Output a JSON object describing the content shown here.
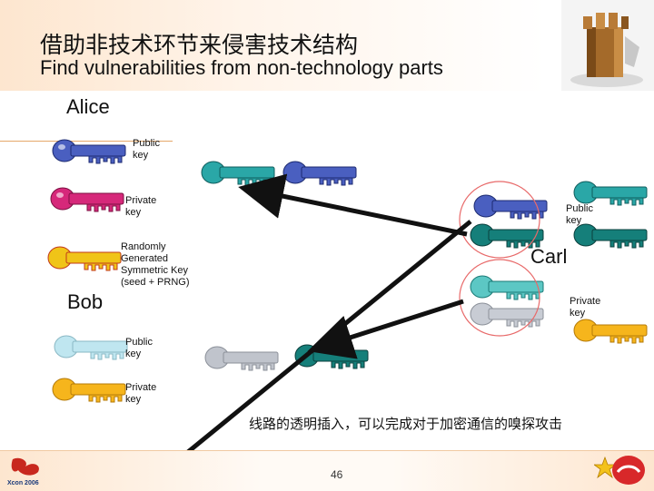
{
  "title_zh": "借助非技术环节来侵害技术结构",
  "title_en": "Find vulnerabilities from non-technology parts",
  "alice": "Alice",
  "bob": "Bob",
  "carl": "Carl",
  "labels": {
    "alice_public": "Public key",
    "alice_private": "Private key",
    "session": "Randomly Generated Symmetric Key (seed + PRNG)",
    "bob_public": "Public key",
    "bob_private": "Private key",
    "carl_public": "Public key",
    "carl_private": "Private key"
  },
  "caption_zh": "线路的透明插入，可以完成对于加密通信的嗅探攻击",
  "page_number": "46",
  "logo_text": "Xcon 2006",
  "colors": {
    "blue_key": "#4a5fc0",
    "pink_key": "#d6287a",
    "yellow_key": "#f0c418",
    "lightcyan_key": "#bfe6f0",
    "gold_key": "#f6b51c",
    "teal_key": "#2aa7a7",
    "dark_teal_key": "#157f7a",
    "light_teal_key": "#a9dde3",
    "gray_key": "#c0c4cc",
    "circle": "#e86a6a"
  }
}
